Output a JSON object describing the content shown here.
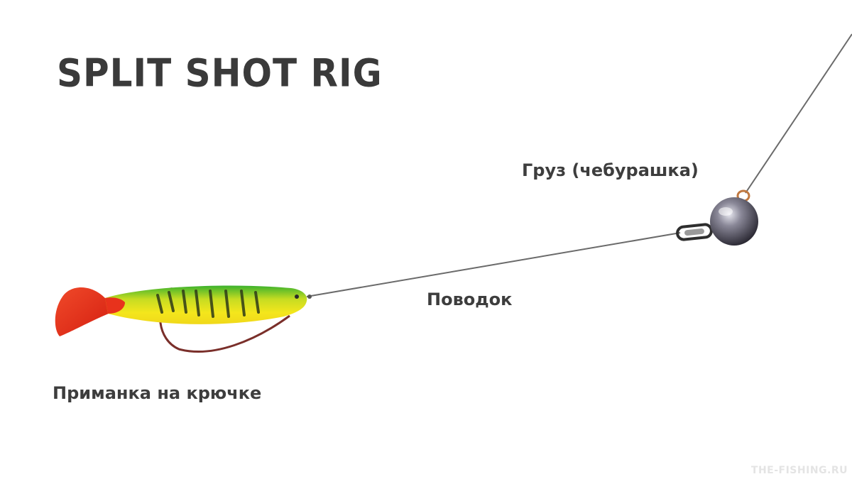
{
  "title": "SPLIT SHOT RIG",
  "labels": {
    "weight": "Груз (чебурашка)",
    "leader": "Поводок",
    "bait": "Приманка на крючке"
  },
  "watermark": "THE-FISHING.RU",
  "colors": {
    "line": "#6a6a6a",
    "title": "#3a3a3a",
    "lure_body": "#f2e21a",
    "lure_back": "#3cb22d",
    "lure_tail": "#e8321c",
    "hook": "#7a2f2a",
    "sinker": "#4a4a55"
  }
}
